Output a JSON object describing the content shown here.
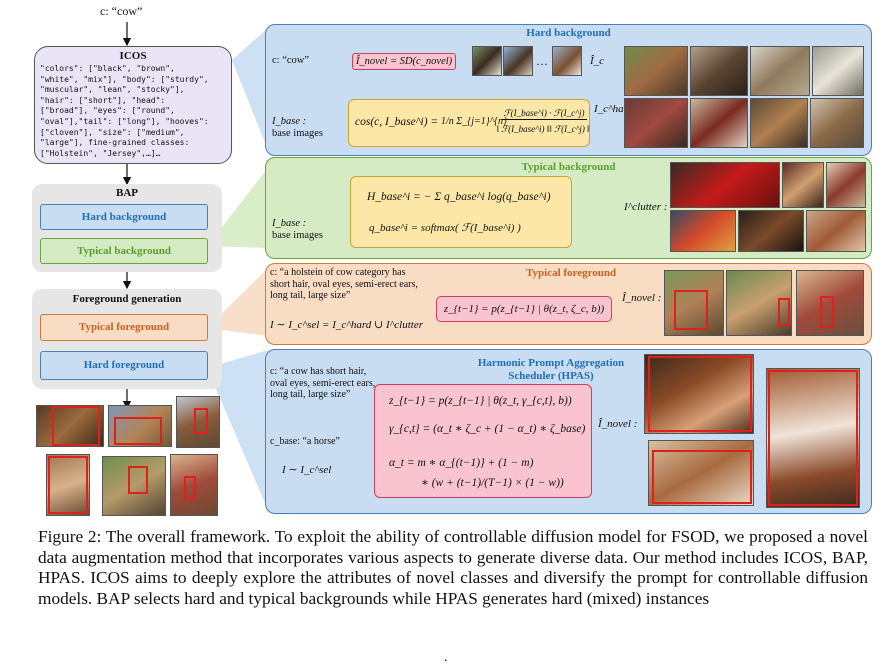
{
  "left": {
    "class_prompt": "c: “cow”",
    "icos_title": "ICOS",
    "icos_lines": [
      "\"colors\": [\"black\", \"brown\",",
      "\"white\", \"mix\"], \"body\": [\"sturdy\",",
      "\"muscular\", \"lean\", \"stocky\"],",
      "\"hair\": [\"short\"], \"head\":",
      "[\"broad\"], \"eyes\": [\"round\",",
      "\"oval\"],\"tail\": [\"long\"], \"hooves\":",
      "[\"cloven\"], \"size\": [\"medium\",",
      "\"large\"], fine-grained classes:",
      "[\"Holstein\", \"Jersey\",…]…"
    ],
    "bap_title": "BAP",
    "bap_hard": "Hard background",
    "bap_typical": "Typical background",
    "fg_title": "Foreground generation",
    "fg_typical": "Typical foreground",
    "fg_hard": "Hard foreground"
  },
  "hard_bg": {
    "title": "Hard background",
    "c_label": "c: “cow”",
    "sd_formula": "Î_novel = SD(c_novel)",
    "ellipsis": "…",
    "ic_label": "Î_c",
    "ibase_label_1": "I_base :",
    "ibase_label_2": "base images",
    "cos_lhs": "cos(c, I_base^i) =",
    "cos_frac_pre": "1/n Σ_{j=1}^{n}",
    "cos_num": "ℱ(I_base^i) · ℱ(I_c^j)",
    "cos_den": "‖ ℱ(I_base^i) ‖‖ ℱ(I_c^j) ‖",
    "out_label": "I_c^hard :"
  },
  "typical_bg": {
    "title": "Typical background",
    "ibase_label_1": "I_base :",
    "ibase_label_2": "base images",
    "h_formula": "H_base^i = − Σ q_base^i log(q_base^i)",
    "q_formula": "q_base^i = softmax( ℱ(I_base^i) )",
    "out_label": "I^clutter :"
  },
  "typical_fg": {
    "title": "Typical foreground",
    "prompt": "c: “a holstein of cow category has short hair, oval eyes, semi-erect ears, long tail, large size”",
    "i_formula": "I ∼ I_c^sel = I_c^hard ∪ I^clutter",
    "z_formula": "z_{t−1} = p(z_{t−1} | θ(z_t, ζ_c, b))",
    "out_label": "Î_novel :"
  },
  "hpas": {
    "title_1": "Harmonic Prompt Aggregation",
    "title_2": "Scheduler (HPAS)",
    "prompt": "c: “a cow has short hair, oval eyes, semi-erect ears, long tail, large size”",
    "cbase": "c_base: “a horse”",
    "i_formula": "I ∼ I_c^sel",
    "z_formula": "z_{t−1} = p(z_{t−1} | θ(z_t, γ_{c,t}, b))",
    "gamma_formula": "γ_{c,t} = (α_t ∗ ζ_c + (1 − α_t) ∗ ζ_base)",
    "alpha_formula_1": "α_t = m ∗ α_{(t−1)} + (1 − m)",
    "alpha_formula_2": "∗ (w + (t−1)/(T−1) × (1 − w))",
    "out_label": "Î_novel :"
  },
  "caption": "Figure 2: The overall framework. To exploit the ability of controllable diffusion model for FSOD, we proposed a novel data augmentation method that incorporates various aspects to generate diverse data. Our method includes ICOS, BAP, HPAS. ICOS aims to deeply explore the attributes of novel classes and diversify the prompt for controllable diffusion models. BAP selects hard and typical backgrounds while HPAS generates hard (mixed) instances",
  "trailing_mark": ".",
  "colors": {
    "blue_panel": "#c9ddf2",
    "green_panel": "#d5ebc3",
    "orange_panel": "#f8dcc4",
    "yellow_box": "#fde7a6",
    "pink_box": "#f9c4cf",
    "icos_box": "#e9e4f6",
    "gray_panel": "#e6e6e6"
  }
}
